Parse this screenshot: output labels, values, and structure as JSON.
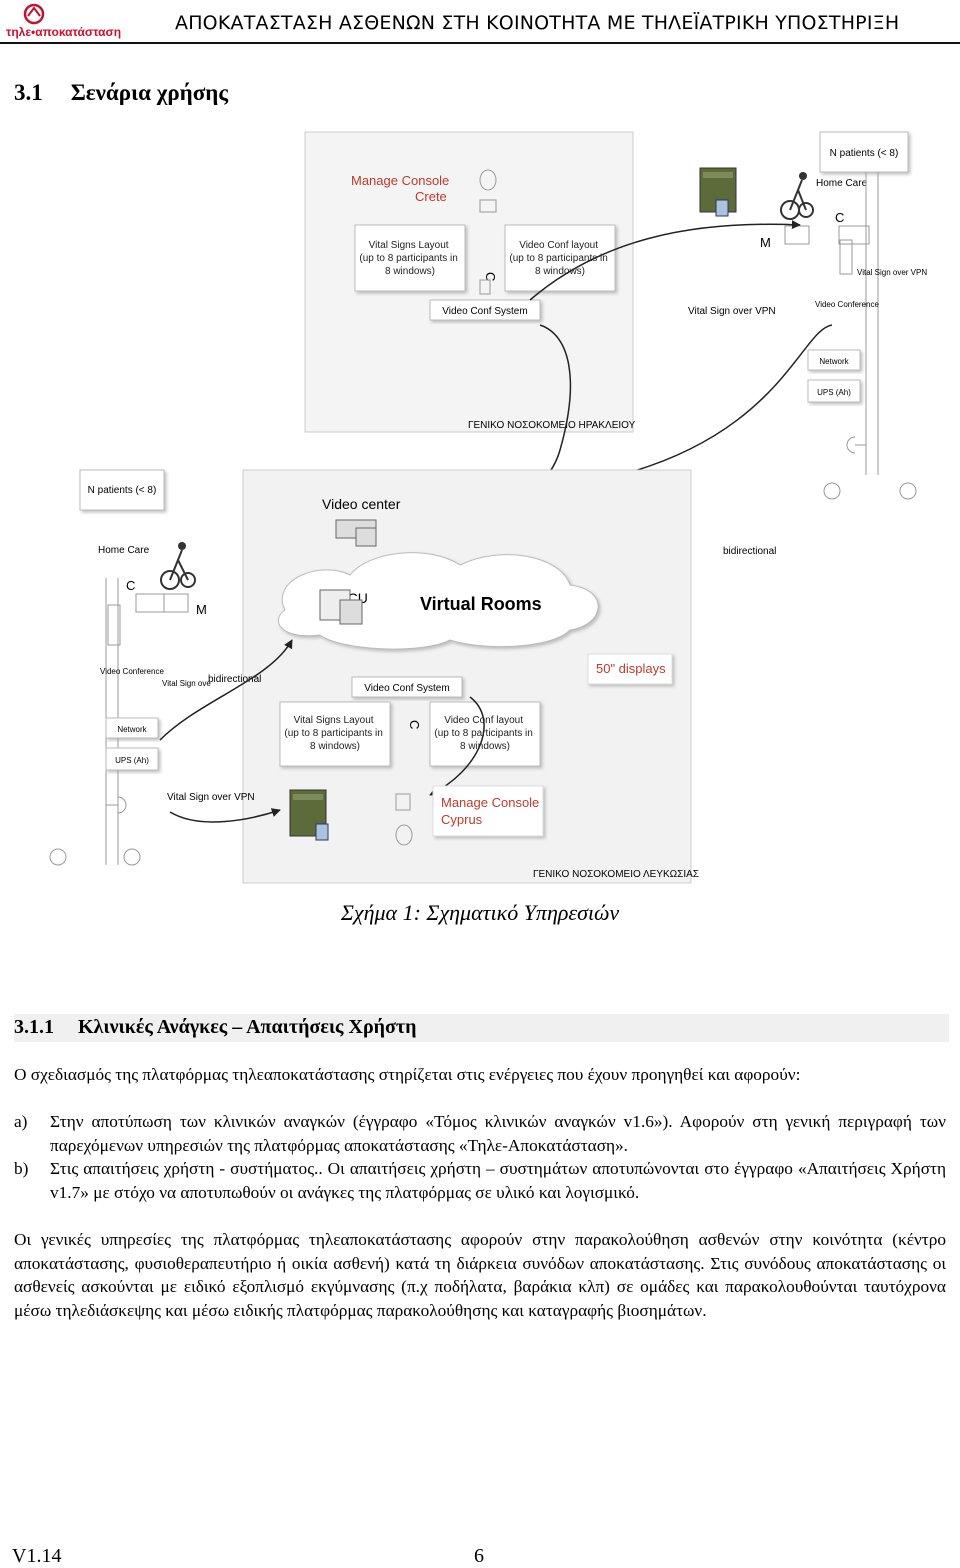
{
  "header": {
    "logo_text": "τηλε•αποκατάσταση",
    "title": "ΑΠΟΚΑΤΑΣΤΑΣΗ ΑΣΘΕΝΩΝ ΣΤΗ ΚΟΙΝΟΤΗΤΑ ΜΕ ΤΗΛΕΪΑΤΡΙΚΗ ΥΠΟΣΤΗΡΙΞΗ"
  },
  "section": {
    "number": "3.1",
    "title": "Σενάρια χρήσης"
  },
  "diagram": {
    "crete": {
      "manage_console_1": "Manage Console",
      "manage_console_2": "Crete",
      "vital_layout": [
        "Vital Signs Layout",
        "(up to 8 participants in",
        "8 windows)"
      ],
      "video_layout": [
        "Video Conf layout",
        "(up to 8 participants in",
        "8 windows)"
      ],
      "c_label": "C",
      "video_conf_system": "Video Conf System",
      "vital_sign_vpn": "Vital Sign over VPN",
      "hospital": "ΓΕΝΙΚΟ ΝΟΣΟΚΟΜΕΙΟ ΗΡΑΚΛΕΙΟΥ"
    },
    "home_right": {
      "n_patients": "N patients (< 8)",
      "home_care": "Home Care",
      "c_label": "C",
      "m_label": "M",
      "vital_vpn": "Vital Sign over VPN",
      "video_conference": "Video Conference",
      "network": "Network",
      "ups": "UPS (Ah)"
    },
    "center": {
      "video_center": "Video center",
      "mcu": "MCU",
      "virtual_rooms": "Virtual Rooms",
      "bidirectional_right": "bidirectional"
    },
    "home_left": {
      "n_patients": "N patients (< 8)",
      "home_care": "Home Care",
      "c_label": "C",
      "m_label": "M",
      "video_conference": "Video Conference",
      "vital_sign_ove": "Vital Sign ove",
      "bidirectional": "bidirectional",
      "network": "Network",
      "ups": "UPS (Ah)"
    },
    "cyprus": {
      "displays": "50\" displays",
      "video_conf_system": "Video Conf System",
      "vital_layout": [
        "Vital Signs Layout",
        "(up to 8 participants in",
        "8 windows)"
      ],
      "video_layout": [
        "Video Conf layout",
        "(up to 8 participants in",
        "8 windows)"
      ],
      "c_label": "C",
      "vital_vpn": "Vital Sign over VPN",
      "manage_console_1": "Manage Console",
      "manage_console_2": "Cyprus",
      "hospital": "ΓΕΝΙΚΟ ΝΟΣΟΚΟΜΕΙΟ ΛΕΥΚΩΣΙΑΣ"
    }
  },
  "caption": "Σχήμα 1: Σχηματικό Υπηρεσιών",
  "subsection": {
    "number": "3.1.1",
    "title": "Κλινικές Ανάγκες – Απαιτήσεις Χρήστη"
  },
  "paragraph1": "Ο σχεδιασμός της πλατφόρμας τηλεαποκατάστασης στηρίζεται στις ενέργειες που έχουν προηγηθεί και αφορούν:",
  "list": [
    {
      "marker": "a)",
      "text": "Στην αποτύπωση των κλινικών αναγκών (έγγραφο «Τόμος κλινικών αναγκών v1.6»). Αφορούν στη γενική περιγραφή των παρεχόμενων υπηρεσιών της πλατφόρμας αποκατάστασης «Τηλε-Αποκατάσταση»."
    },
    {
      "marker": "b)",
      "text": "Στις απαιτήσεις χρήστη - συστήματος.. Οι απαιτήσεις χρήστη – συστημάτων αποτυπώνονται στο έγγραφο «Απαιτήσεις Χρήστη v1.7» με στόχο να αποτυπωθούν οι ανάγκες της πλατφόρμας σε υλικό και λογισμικό."
    }
  ],
  "paragraph2": "Οι γενικές υπηρεσίες της πλατφόρμας τηλεαποκατάστασης αφορούν στην παρακολούθηση ασθενών στην κοινότητα (κέντρο αποκατάστασης, φυσιοθεραπευτήριο ή οικία ασθενή) κατά τη διάρκεια συνόδων αποκατάστασης. Στις συνόδους αποκατάστασης οι ασθενείς ασκούνται με ειδικό εξοπλισμό εκγύμνασης (π.χ ποδήλατα, βαράκια κλπ) σε ομάδες και παρακολουθούνται ταυτόχρονα μέσω τηλεδιάσκεψης και μέσω ειδικής πλατφόρμας παρακολούθησης και καταγραφής βιοσημάτων.",
  "footer": {
    "version": "V1.14",
    "page": "6"
  },
  "colors": {
    "accent_red": "#c0392b",
    "logo_red": "#c8102e"
  }
}
